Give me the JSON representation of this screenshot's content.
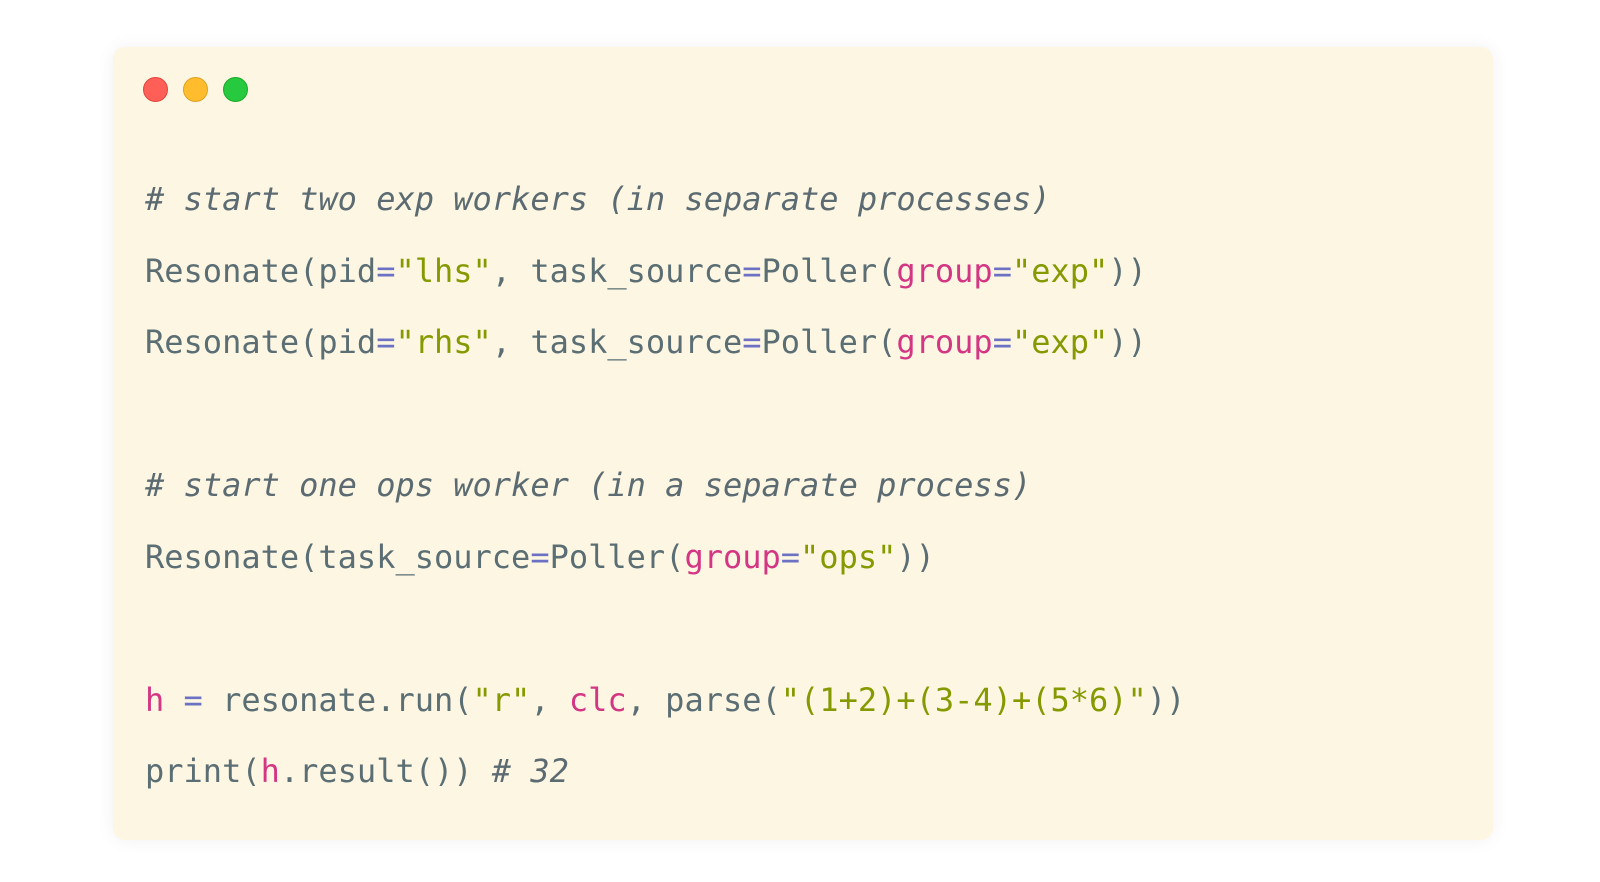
{
  "colors": {
    "background": "#fdf6e3",
    "text": "#5a6e74",
    "comment": "#5b6b71",
    "string": "#859900",
    "operator": "#6c71c4",
    "keyword": "#d33682"
  },
  "window_controls": [
    "close",
    "minimize",
    "maximize"
  ],
  "code": {
    "line1": {
      "comment": "# start two exp workers (in separate processes)"
    },
    "line2": {
      "a": "Resonate(pid",
      "eq1": "=",
      "s1": "\"lhs\"",
      "b": ", task_source",
      "eq2": "=",
      "c": "Poller(",
      "kw": "group",
      "eq3": "=",
      "s2": "\"exp\"",
      "d": "))"
    },
    "line3": {
      "a": "Resonate(pid",
      "eq1": "=",
      "s1": "\"rhs\"",
      "b": ", task_source",
      "eq2": "=",
      "c": "Poller(",
      "kw": "group",
      "eq3": "=",
      "s2": "\"exp\"",
      "d": "))"
    },
    "line5": {
      "comment": "# start one ops worker (in a separate process)"
    },
    "line6": {
      "a": "Resonate(task_source",
      "eq1": "=",
      "c": "Poller(",
      "kw": "group",
      "eq2": "=",
      "s1": "\"ops\"",
      "d": "))"
    },
    "line8": {
      "var": "h",
      "sp1": " ",
      "eq": "=",
      "a": " resonate.run(",
      "s1": "\"r\"",
      "b": ", ",
      "kw": "clc",
      "c": ", parse(",
      "s2": "\"(1+2)+(3-4)+(5*6)\"",
      "d": "))"
    },
    "line9": {
      "a": "print(",
      "var": "h",
      "b": ".result()) ",
      "comment": "# 32"
    }
  }
}
